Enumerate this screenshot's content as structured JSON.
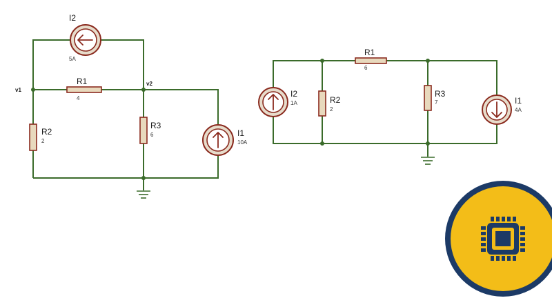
{
  "circuit_left": {
    "nodes": {
      "v1": "v1",
      "v2": "v2"
    },
    "I2": {
      "name": "I2",
      "value": "5A"
    },
    "R1": {
      "name": "R1",
      "value": "4"
    },
    "R2": {
      "name": "R2",
      "value": "2"
    },
    "R3": {
      "name": "R3",
      "value": "6"
    },
    "I1": {
      "name": "I1",
      "value": "10A"
    }
  },
  "circuit_right": {
    "R1": {
      "name": "R1",
      "value": "6"
    },
    "I2": {
      "name": "I2",
      "value": "1A"
    },
    "R2": {
      "name": "R2",
      "value": "2"
    },
    "R3": {
      "name": "R3",
      "value": "7"
    },
    "I1": {
      "name": "I1",
      "value": "4A"
    }
  },
  "colors": {
    "wire": "#3a6b2a",
    "component_outline": "#8a2a1e",
    "logo_ring": "#1c3a66",
    "logo_fill": "#f3bd18"
  },
  "logo": {
    "icon": "chip-icon"
  }
}
